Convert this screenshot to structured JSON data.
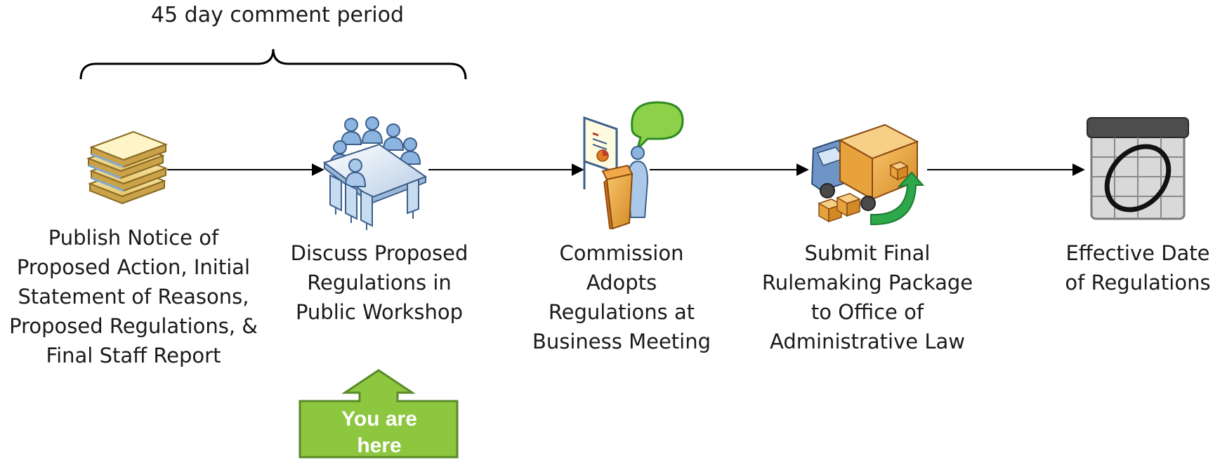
{
  "comment_period": "45 day comment period",
  "steps": [
    {
      "name": "publish",
      "icon": "document-stack-icon",
      "lines": [
        "Publish Notice of",
        "Proposed Action, Initial",
        "Statement of Reasons,",
        "Proposed Regulations, &",
        "Final Staff Report"
      ]
    },
    {
      "name": "workshop",
      "icon": "meeting-table-icon",
      "lines": [
        "Discuss Proposed",
        "Regulations in",
        "Public Workshop"
      ]
    },
    {
      "name": "commission",
      "icon": "presenter-podium-icon",
      "lines": [
        "Commission",
        "Adopts",
        "Regulations at",
        "Business Meeting"
      ]
    },
    {
      "name": "submit",
      "icon": "delivery-truck-icon",
      "lines": [
        "Submit Final",
        "Rulemaking Package",
        "to Office of",
        "Administrative Law"
      ]
    },
    {
      "name": "effective",
      "icon": "calendar-icon",
      "lines": [
        "Effective Date",
        "of Regulations"
      ]
    }
  ],
  "marker": {
    "lines": [
      "You are",
      "here"
    ],
    "color": "#8dc63f",
    "border": "#5b8a28"
  },
  "colors": {
    "arrow": "#000000",
    "bubble": "#8dd14a"
  }
}
